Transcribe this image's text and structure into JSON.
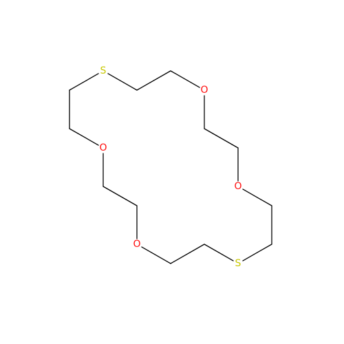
{
  "colors": {
    "background": "#ffffff",
    "bond": "#000000",
    "oxygen": "#ff0d0d",
    "sulfur": "#c8c800"
  },
  "atoms": [
    {
      "label": "S",
      "element": "sulfur"
    },
    {
      "label": "O",
      "element": "oxygen"
    },
    {
      "label": "O",
      "element": "oxygen"
    },
    {
      "label": "S",
      "element": "sulfur"
    },
    {
      "label": "O",
      "element": "oxygen"
    },
    {
      "label": "O",
      "element": "oxygen"
    }
  ]
}
